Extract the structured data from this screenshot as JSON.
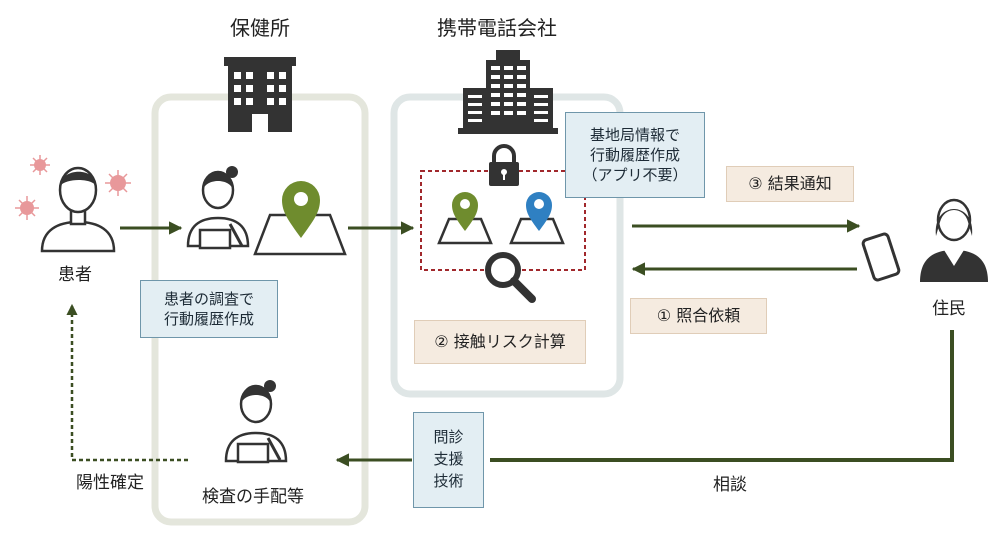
{
  "titles": {
    "health_center": "保健所",
    "carrier": "携帯電話会社"
  },
  "labels": {
    "patient": "患者",
    "resident": "住民",
    "positive": "陽性確定",
    "consult": "相談",
    "exam_arrange": "検査の手配等"
  },
  "boxes": {
    "survey": [
      "患者の調査で",
      "行動履歴作成"
    ],
    "base_station": [
      "基地局情報で",
      "行動履歴作成",
      "（アプリ不要）"
    ],
    "result_notice": "③ 結果通知",
    "match_request": "① 照合依頼",
    "contact_risk": "② 接触リスク計算",
    "interview": [
      "問診",
      "支援",
      "技術"
    ]
  },
  "colors": {
    "arrow_dark": "#3b4e22",
    "health_center_frame": "#e4e6dc",
    "carrier_frame": "#dfe6e6",
    "pin_green": "#6f8c2e",
    "pin_blue": "#2f80c2",
    "virus": "#e8989a",
    "dashed_frame": "#a1282c",
    "icon_dark": "#333333"
  }
}
